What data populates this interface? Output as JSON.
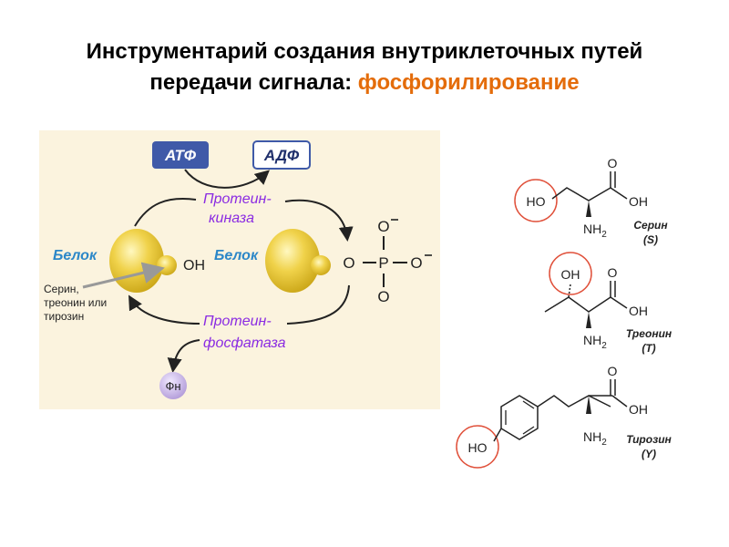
{
  "title": {
    "line1": "Инструментарий создания внутриклеточных путей",
    "line2_prefix": "передачи сигнала: ",
    "line2_accent": "фосфорилирование"
  },
  "scheme": {
    "atp": "АТФ",
    "adp": "АДФ",
    "kinase_line1": "Протеин-",
    "kinase_line2": "киназа",
    "phosphatase_line1": "Протеин-",
    "phosphatase_line2": "фосфатаза",
    "protein_left": "Белок",
    "protein_right": "Белок",
    "oh": "OH",
    "phosphate": {
      "o_left": "O",
      "p": "P",
      "o_right": "O",
      "o_top": "O",
      "o_bottom": "O"
    },
    "residue_note": [
      "Серин,",
      "треонин или",
      "тирозин"
    ],
    "pi": "Фн"
  },
  "amino_acids": [
    {
      "name": "Серин",
      "code": "(S)",
      "ho": "HO",
      "oh": "OH",
      "o": "O",
      "nh": "NH",
      "sub": "2"
    },
    {
      "name": "Треонин",
      "code": "(T)",
      "ho": "OH",
      "oh": "OH",
      "o": "O",
      "nh": "NH",
      "sub": "2"
    },
    {
      "name": "Тирозин",
      "code": "(Y)",
      "ho": "HO",
      "oh": "OH",
      "o": "O",
      "nh": "NH",
      "sub": "2"
    }
  ],
  "colors": {
    "accent": "#e46c0a",
    "atp_box": "#3f5aa8",
    "blue_label": "#2c87c8",
    "enzyme_text": "#8a2be2",
    "highlight_circle": "#e0503a",
    "panel_bg": "#fbf3de"
  }
}
